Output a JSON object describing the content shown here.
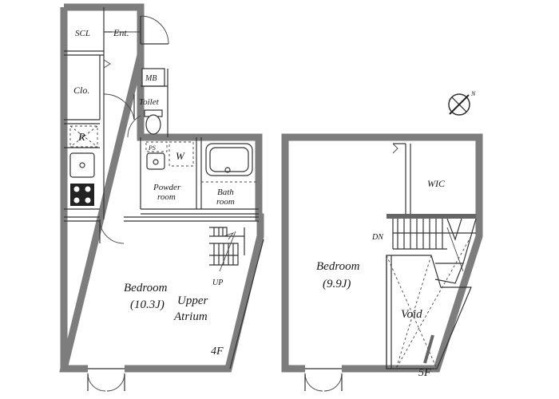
{
  "floor4": {
    "scl": "SCL",
    "entrance": "Ent.",
    "mb": "MB",
    "closet": "Clo.",
    "toilet": "Toilet",
    "refrigerator": "R",
    "ps": "PS",
    "washer": "W",
    "powder_room_l1": "Powder",
    "powder_room_l2": "room",
    "bath_l1": "Bath",
    "bath_l2": "room",
    "bedroom_l1": "Bedroom",
    "bedroom_l2": "(10.3J)",
    "atrium_l1": "Upper",
    "atrium_l2": "Atrium",
    "up": "UP",
    "floor_label": "4F"
  },
  "floor5": {
    "wic": "WIC",
    "bedroom_l1": "Bedroom",
    "bedroom_l2": "(9.9J)",
    "dn": "DN",
    "void": "Void",
    "floor_label": "5F"
  },
  "compass": {
    "north": "N"
  }
}
